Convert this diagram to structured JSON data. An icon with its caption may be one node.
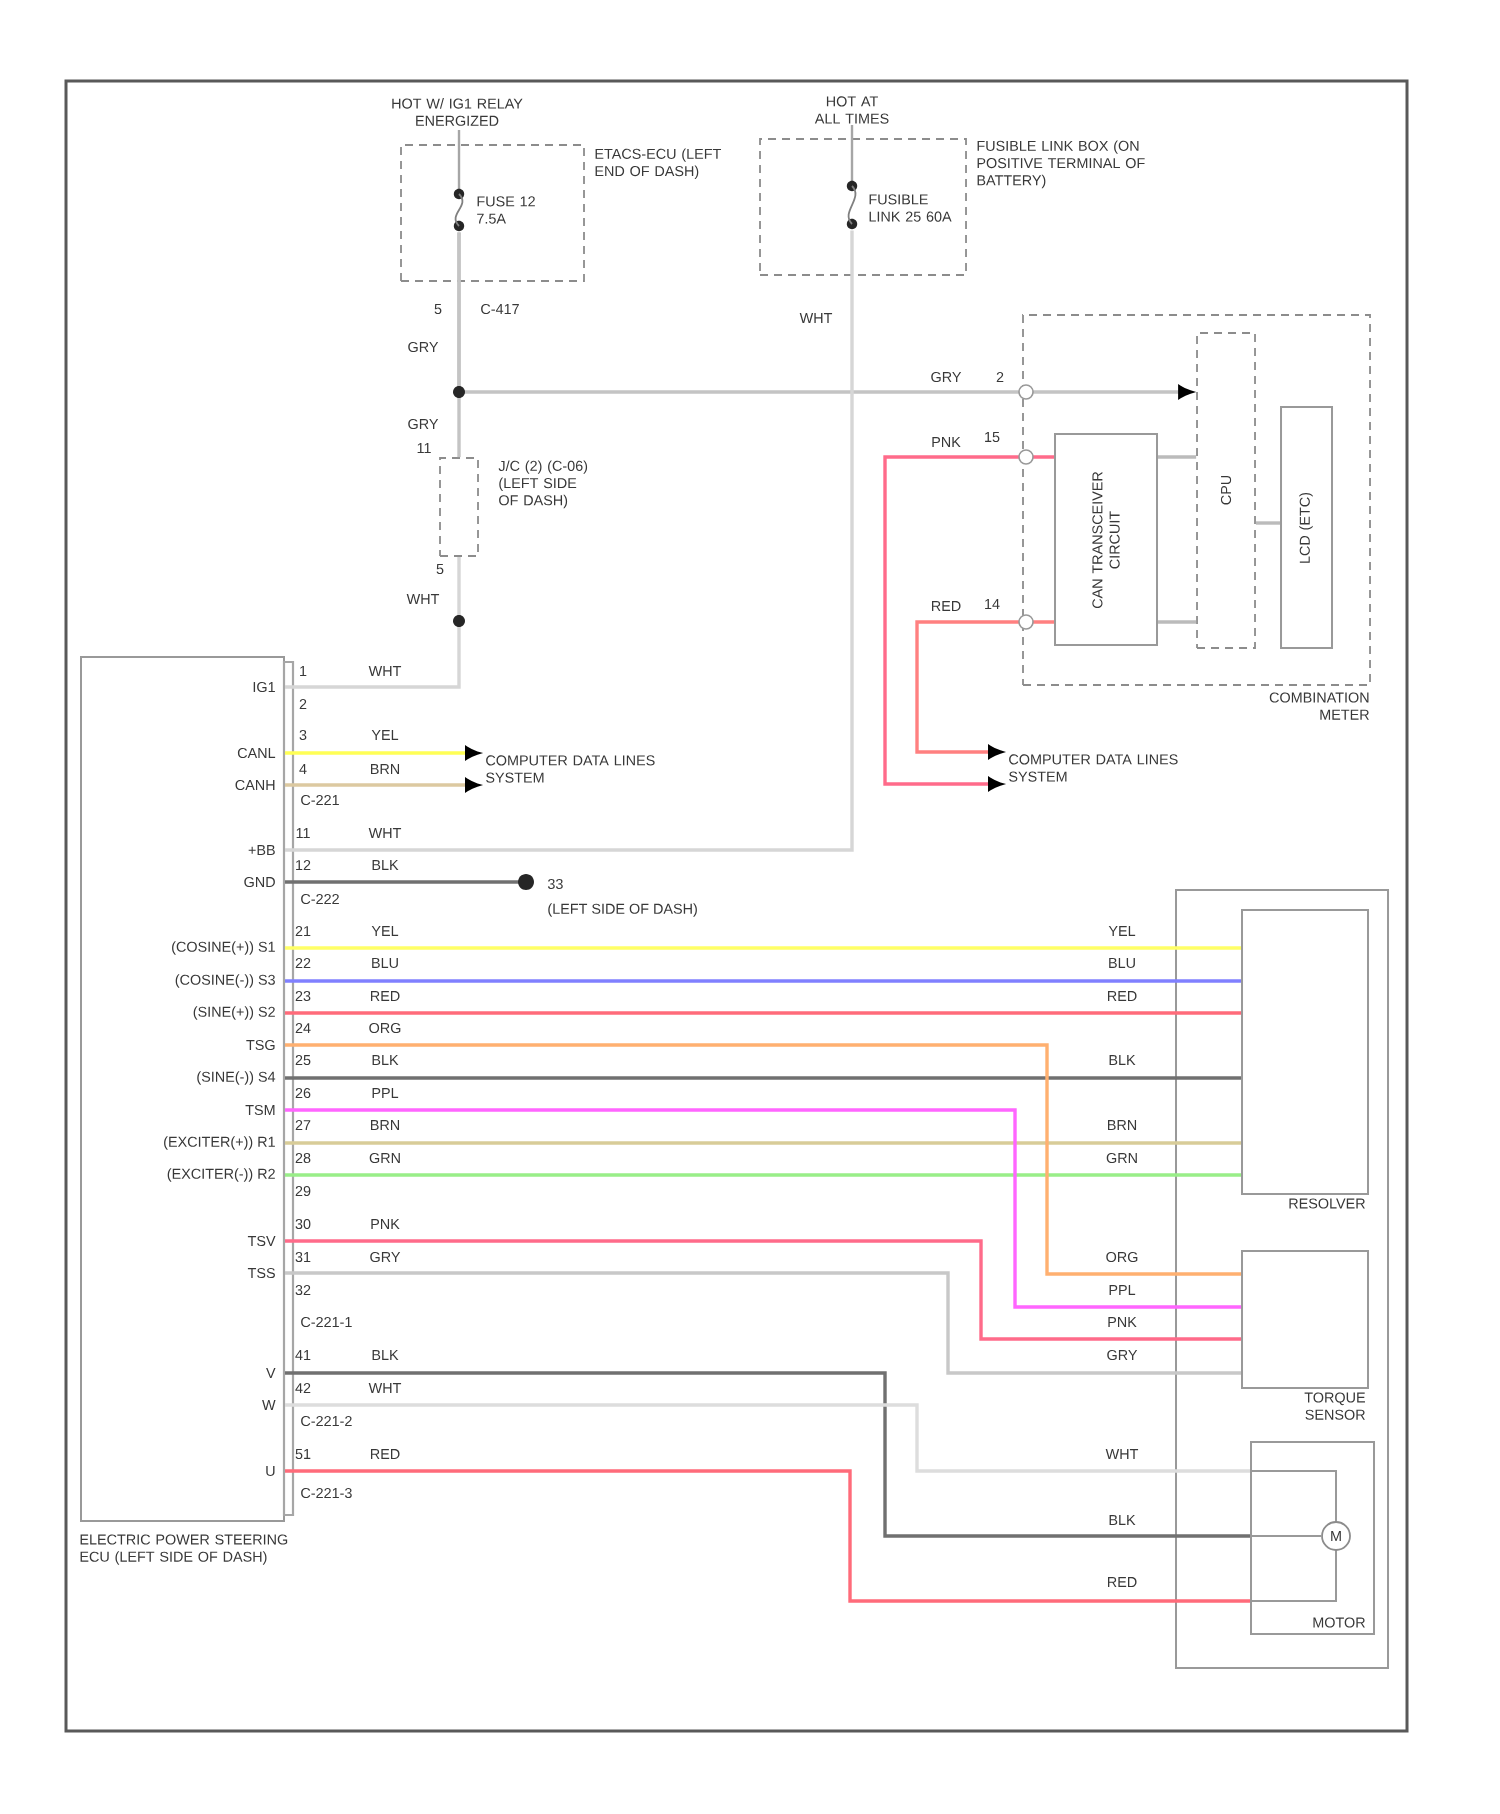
{
  "diagram": {
    "nodes": [
      {
        "text": [
          "ETACS-ECU (LEFT END OF DASH)"
        ]
      },
      {
        "text": [
          "FUSE 12 7.5A"
        ],
        "in": 0
      },
      {
        "text": [
          "FUSIBLE LINK BOX (ON POSITIVE TERMINAL OF BATTERY)"
        ]
      },
      {
        "text": [
          "FUSIBLE LINK 25 60A"
        ],
        "in": 2
      },
      {
        "text": [
          "J/C (2) (C-06) (LEFT SIDE OF DASH)"
        ]
      },
      {
        "text": [
          "COMBINATION METER"
        ]
      },
      {
        "text": [
          "CAN TRANSCEIVER CIRCUIT"
        ],
        "in": 5
      },
      {
        "text": [
          "CPU"
        ],
        "in": 5
      },
      {
        "text": [
          "LCD (ETC)"
        ],
        "in": 5
      },
      {
        "text": [
          "ELECTRIC POWER STEERING ECU (LEFT SIDE OF DASH)"
        ]
      },
      {
        "text": [
          "COMPUTER DATA LINES SYSTEM"
        ]
      },
      {
        "text": [
          "COMPUTER DATA LINES SYSTEM"
        ]
      },
      {
        "text": [
          "33",
          "(LEFT SIDE OF DASH)"
        ]
      },
      {
        "text": [],
        "shape": "box"
      },
      {
        "text": [
          "RESOLVER"
        ],
        "in": 13
      },
      {
        "text": [
          "TORQUE SENSOR"
        ],
        "in": 13
      },
      {
        "text": [
          "MOTOR"
        ],
        "in": 13
      }
    ],
    "edges": [
      {
        "from": 1,
        "to": 4,
        "arrow": "none",
        "color": "#c4c4c4"
      },
      {
        "from": 1,
        "to": 7,
        "arrow": "to",
        "color": "#c4c4c4"
      },
      {
        "from": 4,
        "to": 9,
        "arrow": "none",
        "color": "#d6d6d6"
      },
      {
        "from": 3,
        "to": 9,
        "arrow": "none",
        "color": "#d6d6d6"
      },
      {
        "from": 9,
        "to": 10,
        "arrow": "to",
        "color": "#ffff55"
      },
      {
        "from": 9,
        "to": 10,
        "arrow": "to",
        "color": "#dcc9a0"
      },
      {
        "from": 6,
        "to": 11,
        "arrow": "to",
        "color": "#ff6b8a"
      },
      {
        "from": 6,
        "to": 11,
        "arrow": "to",
        "color": "#ff8080"
      },
      {
        "from": 9,
        "to": 12,
        "arrow": "other",
        "color": "#707070"
      },
      {
        "from": 9,
        "to": 14,
        "arrow": "none",
        "color": "#ffff66"
      },
      {
        "from": 9,
        "to": 14,
        "arrow": "none",
        "color": "#8080ff"
      },
      {
        "from": 9,
        "to": 14,
        "arrow": "none",
        "color": "#ff6b7a"
      },
      {
        "from": 9,
        "to": 14,
        "arrow": "none",
        "color": "#707070"
      },
      {
        "from": 9,
        "to": 14,
        "arrow": "none",
        "color": "#d8cc98"
      },
      {
        "from": 9,
        "to": 14,
        "arrow": "none",
        "color": "#99ee88"
      },
      {
        "from": 9,
        "to": 15,
        "arrow": "none",
        "color": "#ffb070"
      },
      {
        "from": 9,
        "to": 15,
        "arrow": "none",
        "color": "#ff66ff"
      },
      {
        "from": 9,
        "to": 15,
        "arrow": "none",
        "color": "#ff6b8a"
      },
      {
        "from": 9,
        "to": 15,
        "arrow": "none",
        "color": "#c8c8c8"
      },
      {
        "from": 9,
        "to": 16,
        "arrow": "none",
        "color": "#707070"
      },
      {
        "from": 9,
        "to": 16,
        "arrow": "none",
        "color": "#dddddd"
      },
      {
        "from": 9,
        "to": 16,
        "arrow": "none",
        "color": "#ff6b7a"
      },
      {
        "from": 6,
        "to": 7,
        "arrow": "none",
        "color": "#bbbbbb"
      },
      {
        "from": 6,
        "to": 7,
        "arrow": "none",
        "color": "#bbbbbb"
      },
      {
        "from": 7,
        "to": 8,
        "arrow": "none",
        "color": "#bbbbbb"
      }
    ],
    "labels": [
      "HOT W/ IG1 RELAY ENERGIZED",
      "HOT AT ALL TIMES",
      "5",
      "C-417",
      "GRY",
      "WHT",
      "GRY",
      "2",
      "GRY",
      "11",
      "PNK",
      "15",
      "5",
      "WHT",
      "RED",
      "14",
      "1",
      "WHT",
      "IG1",
      "2",
      "3",
      "YEL",
      "CANL",
      "4",
      "BRN",
      "CANH",
      "C-221",
      "11",
      "WHT",
      "+BB",
      "12",
      "BLK",
      "GND",
      "C-222",
      "21",
      "YEL",
      "YEL",
      "(COSINE(+)) S1",
      "22",
      "BLU",
      "BLU",
      "(COSINE(-)) S3",
      "23",
      "RED",
      "RED",
      "(SINE(+)) S2",
      "24",
      "ORG",
      "TSG",
      "25",
      "BLK",
      "BLK",
      "(SINE(-)) S4",
      "26",
      "PPL",
      "TSM",
      "27",
      "BRN",
      "BRN",
      "(EXCITER(+)) R1",
      "28",
      "GRN",
      "GRN",
      "(EXCITER(-)) R2",
      "29",
      "30",
      "PNK",
      "TSV",
      "31",
      "GRY",
      "ORG",
      "TSS",
      "32",
      "PPL",
      "C-221-1",
      "PNK",
      "41",
      "BLK",
      "GRY",
      "V",
      "42",
      "WHT",
      "W",
      "C-221-2",
      "51",
      "RED",
      "WHT",
      "U",
      "C-221-3",
      "BLK",
      "M",
      "RED"
    ]
  }
}
